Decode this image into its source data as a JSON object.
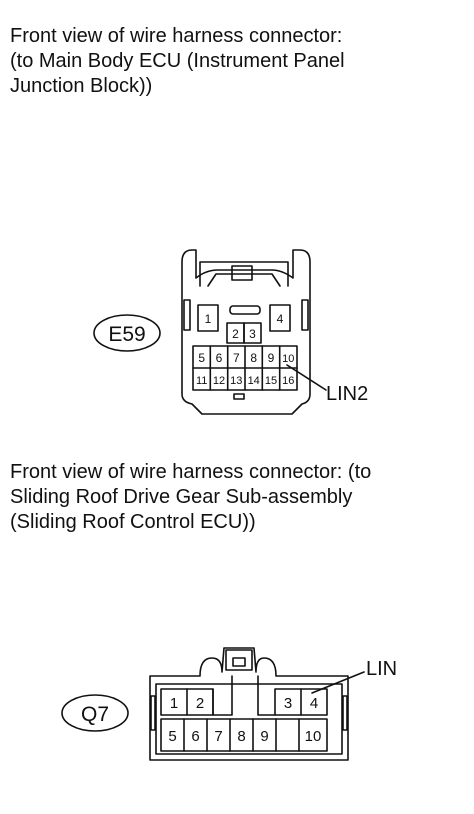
{
  "section1": {
    "caption_lines": [
      "Front view of wire harness connector:",
      "(to Main Body ECU (Instrument Panel",
      "Junction Block))"
    ],
    "connector_id": "E59",
    "pins": [
      "1",
      "2",
      "3",
      "4",
      "5",
      "6",
      "7",
      "8",
      "9",
      "10",
      "11",
      "12",
      "13",
      "14",
      "15",
      "16"
    ],
    "callout": "LIN2"
  },
  "section2": {
    "caption_lines": [
      "Front view of wire harness connector: (to",
      "Sliding Roof Drive Gear Sub-assembly",
      "(Sliding Roof Control ECU))"
    ],
    "connector_id": "Q7",
    "pins": [
      "1",
      "2",
      "3",
      "4",
      "5",
      "6",
      "7",
      "8",
      "9",
      "10"
    ],
    "callout": "LIN"
  }
}
